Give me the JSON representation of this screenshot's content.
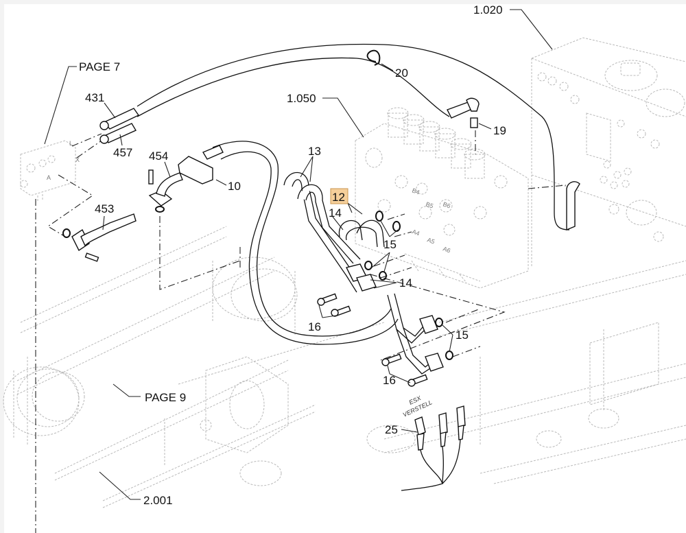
{
  "diagram": {
    "type": "exploded-parts-view",
    "highlighted_callout": "12",
    "highlight_color": "#f5cf9a",
    "callouts": [
      {
        "id": "page7",
        "label": "PAGE 7"
      },
      {
        "id": "c431",
        "label": "431"
      },
      {
        "id": "c457",
        "label": "457"
      },
      {
        "id": "c454",
        "label": "454"
      },
      {
        "id": "c10",
        "label": "10"
      },
      {
        "id": "c453",
        "label": "453"
      },
      {
        "id": "c20",
        "label": "20"
      },
      {
        "id": "c1020",
        "label": "1.020"
      },
      {
        "id": "c1050",
        "label": "1.050"
      },
      {
        "id": "c19",
        "label": "19"
      },
      {
        "id": "c13",
        "label": "13"
      },
      {
        "id": "c12",
        "label": "12"
      },
      {
        "id": "c14a",
        "label": "14"
      },
      {
        "id": "c15a",
        "label": "15"
      },
      {
        "id": "c14b",
        "label": "14"
      },
      {
        "id": "c16a",
        "label": "16"
      },
      {
        "id": "c15b",
        "label": "15"
      },
      {
        "id": "c16b",
        "label": "16"
      },
      {
        "id": "c25",
        "label": "25"
      },
      {
        "id": "page9",
        "label": "PAGE 9"
      },
      {
        "id": "c2001",
        "label": "2.001"
      }
    ],
    "annotations": {
      "connector_text_1": "ESX",
      "connector_text_2": "VERSTELL"
    },
    "port_labels": [
      "B4",
      "B5",
      "B6",
      "A4",
      "A5",
      "A6",
      "A",
      "L",
      "X"
    ]
  }
}
